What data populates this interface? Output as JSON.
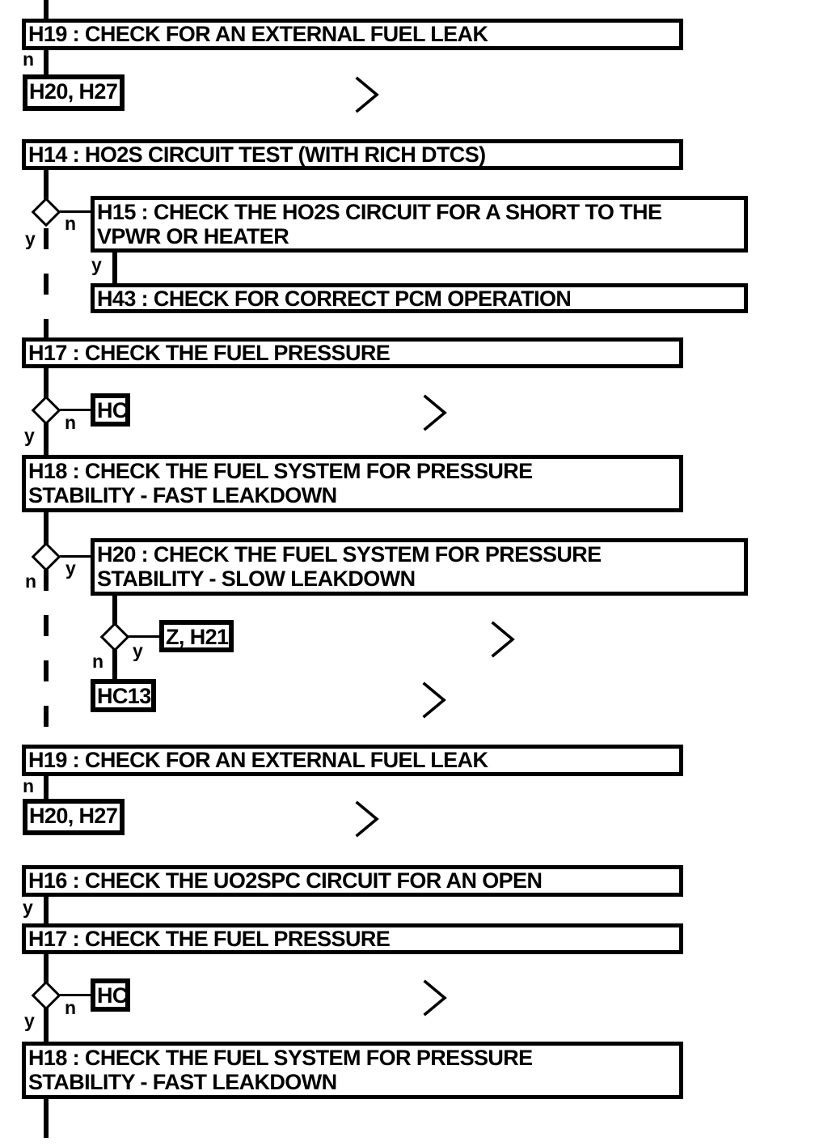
{
  "diagram": {
    "kind": "diagnostic-flowchart",
    "colors": {
      "ink": "#000000",
      "paper": "#ffffff"
    },
    "branch_labels": {
      "yes": "y",
      "no": "n"
    },
    "steps": {
      "h19_top": {
        "lines": [
          "H19 : CHECK FOR AN EXTERNAL FUEL LEAK"
        ]
      },
      "h14": {
        "lines": [
          "H14 : HO2S CIRCUIT TEST (WITH RICH DTCS)"
        ]
      },
      "h15": {
        "lines": [
          "H15 : CHECK THE HO2S CIRCUIT FOR A SHORT TO THE",
          "VPWR OR HEATER"
        ]
      },
      "h43": {
        "lines": [
          "H43 : CHECK FOR CORRECT PCM OPERATION"
        ]
      },
      "h17_mid": {
        "lines": [
          "H17 : CHECK THE FUEL PRESSURE"
        ]
      },
      "h18_mid": {
        "lines": [
          "H18 : CHECK THE FUEL SYSTEM FOR PRESSURE",
          "STABILITY - FAST LEAKDOWN"
        ]
      },
      "h20_slow": {
        "lines": [
          "H20 : CHECK THE FUEL SYSTEM FOR PRESSURE",
          "STABILITY - SLOW LEAKDOWN"
        ]
      },
      "h19_lower": {
        "lines": [
          "H19 : CHECK FOR AN EXTERNAL FUEL LEAK"
        ]
      },
      "h16": {
        "lines": [
          "H16 : CHECK THE UO2SPC CIRCUIT FOR AN OPEN"
        ]
      },
      "h17_bottom": {
        "lines": [
          "H17 : CHECK THE FUEL PRESSURE"
        ]
      },
      "h18_bottom": {
        "lines": [
          "H18 : CHECK THE FUEL SYSTEM FOR PRESSURE",
          "STABILITY - FAST LEAKDOWN"
        ]
      }
    },
    "refs": {
      "h20_h27_top": {
        "label": "H20, H27"
      },
      "hc_mid": {
        "label": "HC"
      },
      "z_h21": {
        "label": "Z, H21"
      },
      "hc13": {
        "label": "HC13"
      },
      "h20_h27_lower": {
        "label": "H20, H27"
      },
      "hc_bottom": {
        "label": "HC"
      }
    }
  }
}
